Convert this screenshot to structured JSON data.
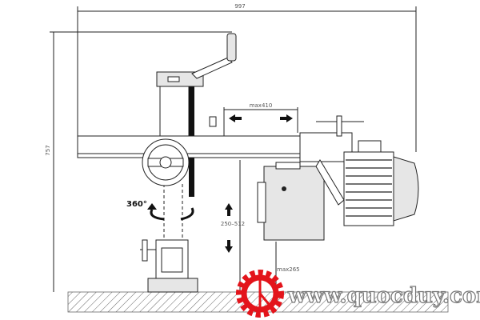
{
  "dimensions": {
    "overall_width": "997",
    "overall_height": "757",
    "arm_travel": "max410",
    "height_range": "250–512",
    "max_clearance": "max265",
    "rotation": "360°"
  },
  "watermark": {
    "text": "www.quocduy.com",
    "logo_color": "#e3141b"
  }
}
